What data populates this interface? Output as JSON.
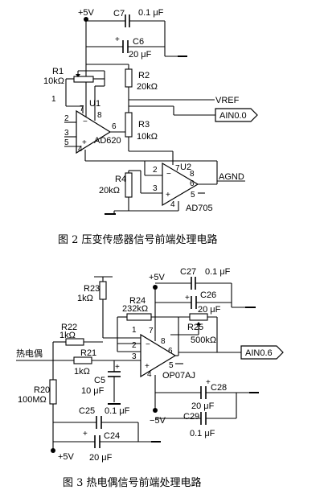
{
  "fig2": {
    "supply": "+5V",
    "c7": "C7",
    "c7_val": "0.1 μF",
    "c6": "C6",
    "c6_val": "20 μF",
    "r1": "R1",
    "r1_val": "10kΩ",
    "r2": "R2",
    "r2_val": "20kΩ",
    "r3": "R3",
    "r3_val": "10kΩ",
    "r4": "R4",
    "r4_val": "20kΩ",
    "u1": "U1",
    "u1_part": "AD620",
    "u2": "U2",
    "u2_part": "AD705",
    "vref": "VREF",
    "ain0": "AIN0.0",
    "agnd": "AGND",
    "u1_pins": [
      "1",
      "2",
      "3",
      "4",
      "5",
      "6",
      "7",
      "8"
    ],
    "u2_pins": [
      "2",
      "3",
      "4",
      "5",
      "6",
      "7",
      "8"
    ],
    "caption": "图 2   压变传感器信号前端处理电路"
  },
  "fig3": {
    "supply_pos": "+5V",
    "supply_neg": "−5V",
    "supply_bottom": "+5V",
    "c27": "C27",
    "c27_val": "0.1 μF",
    "c26": "C26",
    "c26_val": "20 μF",
    "r23": "R23",
    "r23_val": "1kΩ",
    "r24": "R24",
    "r24_val": "232kΩ",
    "r25": "R25",
    "r25_val": "500kΩ",
    "r22": "R22",
    "r22_val": "1kΩ",
    "r21": "R21",
    "r21_val": "1kΩ",
    "r20": "R20",
    "r20_val": "100MΩ",
    "c5": "C5",
    "c5_val": "10 μF",
    "c28": "C28",
    "c28_val": "20 μF",
    "c29": "C29",
    "c29_val": "0.1 μF",
    "c25": "C25",
    "c25_val": "0.1 μF",
    "c24": "C24",
    "c24_val": "20 μF",
    "thermocouple": "热电偶",
    "part": "OP07AJ",
    "ain": "AIN0.6",
    "pins": [
      "1",
      "2",
      "3",
      "4",
      "5",
      "6",
      "7",
      "8"
    ],
    "caption": "图 3   热电偶信号前端处理电路"
  }
}
